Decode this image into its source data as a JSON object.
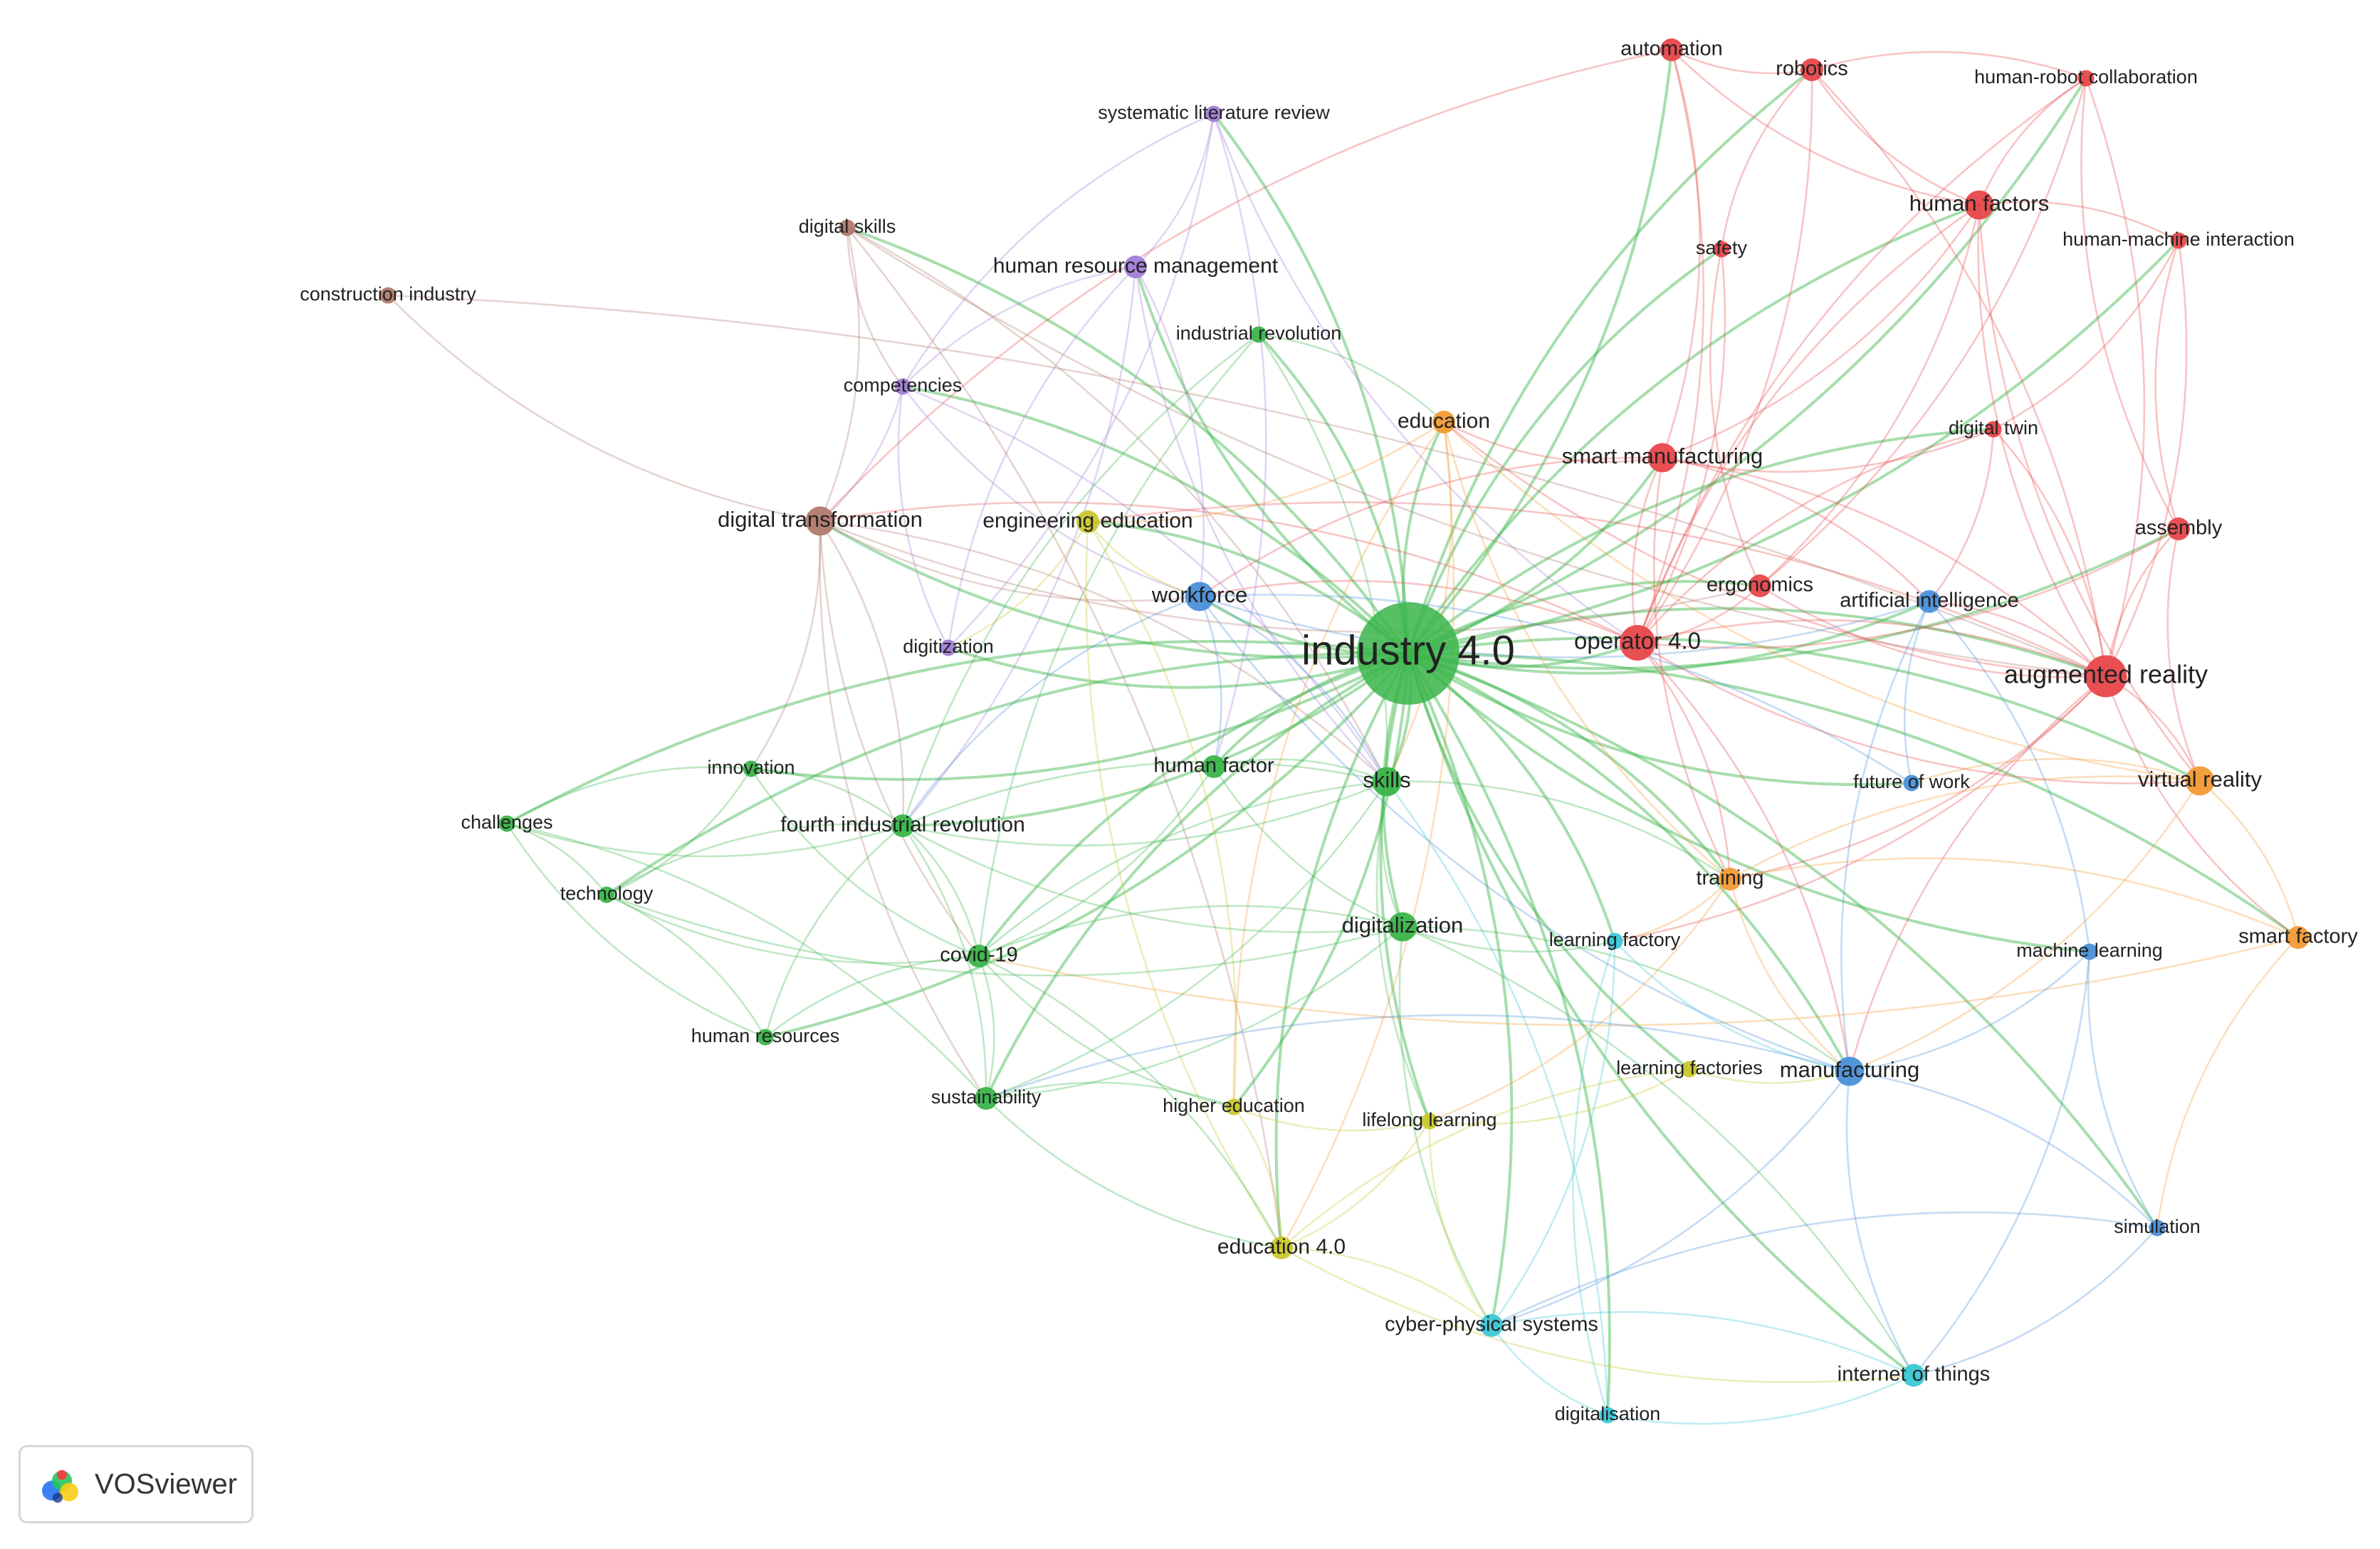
{
  "app": {
    "name": "VOSviewer"
  },
  "clusters": {
    "red": "#e8474a",
    "green": "#3ab54a",
    "blue": "#4a90d9",
    "yellow": "#c9c72c",
    "purple": "#a27ed8",
    "cyan": "#3bc7d6",
    "orange": "#f39a35",
    "brown": "#b07a6e"
  },
  "network": {
    "nodes": [
      {
        "id": "industry40",
        "label": "industry 4.0",
        "cluster": "green",
        "weight": 10
      },
      {
        "id": "automation",
        "label": "automation",
        "cluster": "red",
        "weight": 2
      },
      {
        "id": "robotics",
        "label": "robotics",
        "cluster": "red",
        "weight": 2
      },
      {
        "id": "hrc",
        "label": "human-robot collaboration",
        "cluster": "red",
        "weight": 1
      },
      {
        "id": "humanfactors",
        "label": "human factors",
        "cluster": "red",
        "weight": 3
      },
      {
        "id": "hmi",
        "label": "human-machine interaction",
        "cluster": "red",
        "weight": 1
      },
      {
        "id": "safety",
        "label": "safety",
        "cluster": "red",
        "weight": 1
      },
      {
        "id": "smartmfg",
        "label": "smart manufacturing",
        "cluster": "red",
        "weight": 3
      },
      {
        "id": "digitaltwin",
        "label": "digital twin",
        "cluster": "red",
        "weight": 1
      },
      {
        "id": "assembly",
        "label": "assembly",
        "cluster": "red",
        "weight": 2
      },
      {
        "id": "ergonomics",
        "label": "ergonomics",
        "cluster": "red",
        "weight": 2
      },
      {
        "id": "operator40",
        "label": "operator 4.0",
        "cluster": "red",
        "weight": 4
      },
      {
        "id": "ar",
        "label": "augmented reality",
        "cluster": "red",
        "weight": 5
      },
      {
        "id": "slr",
        "label": "systematic literature review",
        "cluster": "purple",
        "weight": 1
      },
      {
        "id": "hrm",
        "label": "human resource management",
        "cluster": "purple",
        "weight": 2
      },
      {
        "id": "competencies",
        "label": "competencies",
        "cluster": "purple",
        "weight": 1
      },
      {
        "id": "digitization",
        "label": "digitization",
        "cluster": "purple",
        "weight": 1
      },
      {
        "id": "digitalskills",
        "label": "digital skills",
        "cluster": "brown",
        "weight": 1
      },
      {
        "id": "construction",
        "label": "construction industry",
        "cluster": "brown",
        "weight": 1
      },
      {
        "id": "digitaltransformation",
        "label": "digital transformation",
        "cluster": "brown",
        "weight": 3
      },
      {
        "id": "industrialrevolution",
        "label": "industrial revolution",
        "cluster": "green",
        "weight": 1
      },
      {
        "id": "education",
        "label": "education",
        "cluster": "orange",
        "weight": 2
      },
      {
        "id": "engineeringeducation",
        "label": "engineering education",
        "cluster": "yellow",
        "weight": 2
      },
      {
        "id": "workforce",
        "label": "workforce",
        "cluster": "blue",
        "weight": 3
      },
      {
        "id": "ai",
        "label": "artificial intelligence",
        "cluster": "blue",
        "weight": 2
      },
      {
        "id": "innovation",
        "label": "innovation",
        "cluster": "green",
        "weight": 1
      },
      {
        "id": "humanfactor",
        "label": "human factor",
        "cluster": "green",
        "weight": 2
      },
      {
        "id": "skills",
        "label": "skills",
        "cluster": "green",
        "weight": 3
      },
      {
        "id": "futureofwork",
        "label": "future of work",
        "cluster": "blue",
        "weight": 1
      },
      {
        "id": "vr",
        "label": "virtual reality",
        "cluster": "orange",
        "weight": 3
      },
      {
        "id": "challenges",
        "label": "challenges",
        "cluster": "green",
        "weight": 1
      },
      {
        "id": "fir",
        "label": "fourth industrial revolution",
        "cluster": "green",
        "weight": 2
      },
      {
        "id": "technology",
        "label": "technology",
        "cluster": "green",
        "weight": 1
      },
      {
        "id": "training",
        "label": "training",
        "cluster": "orange",
        "weight": 2
      },
      {
        "id": "digitalization",
        "label": "digitalization",
        "cluster": "green",
        "weight": 3
      },
      {
        "id": "learningfactory",
        "label": "learning factory",
        "cluster": "cyan",
        "weight": 1
      },
      {
        "id": "ml",
        "label": "machine learning",
        "cluster": "blue",
        "weight": 1
      },
      {
        "id": "smartfactory",
        "label": "smart factory",
        "cluster": "orange",
        "weight": 2
      },
      {
        "id": "covid",
        "label": "covid-19",
        "cluster": "green",
        "weight": 2
      },
      {
        "id": "humanresources",
        "label": "human resources",
        "cluster": "green",
        "weight": 1
      },
      {
        "id": "learningfactories",
        "label": "learning factories",
        "cluster": "yellow",
        "weight": 1
      },
      {
        "id": "manufacturing",
        "label": "manufacturing",
        "cluster": "blue",
        "weight": 3
      },
      {
        "id": "sustainability",
        "label": "sustainability",
        "cluster": "green",
        "weight": 2
      },
      {
        "id": "highereducation",
        "label": "higher education",
        "cluster": "yellow",
        "weight": 1
      },
      {
        "id": "lifelong",
        "label": "lifelong learning",
        "cluster": "yellow",
        "weight": 1
      },
      {
        "id": "simulation",
        "label": "simulation",
        "cluster": "blue",
        "weight": 1
      },
      {
        "id": "education40",
        "label": "education 4.0",
        "cluster": "yellow",
        "weight": 2
      },
      {
        "id": "cps",
        "label": "cyber-physical systems",
        "cluster": "cyan",
        "weight": 2
      },
      {
        "id": "iot",
        "label": "internet of things",
        "cluster": "cyan",
        "weight": 2
      },
      {
        "id": "digitalisation",
        "label": "digitalisation",
        "cluster": "cyan",
        "weight": 1
      }
    ],
    "links": [
      [
        "industry40",
        "automation"
      ],
      [
        "industry40",
        "robotics"
      ],
      [
        "industry40",
        "hrc"
      ],
      [
        "industry40",
        "humanfactors"
      ],
      [
        "industry40",
        "hmi"
      ],
      [
        "industry40",
        "safety"
      ],
      [
        "industry40",
        "smartmfg"
      ],
      [
        "industry40",
        "digitaltwin"
      ],
      [
        "industry40",
        "assembly"
      ],
      [
        "industry40",
        "ergonomics"
      ],
      [
        "industry40",
        "operator40"
      ],
      [
        "industry40",
        "ar"
      ],
      [
        "industry40",
        "slr"
      ],
      [
        "industry40",
        "hrm"
      ],
      [
        "industry40",
        "competencies"
      ],
      [
        "industry40",
        "digitization"
      ],
      [
        "industry40",
        "digitalskills"
      ],
      [
        "industry40",
        "digitaltransformation"
      ],
      [
        "industry40",
        "industrialrevolution"
      ],
      [
        "industry40",
        "education"
      ],
      [
        "industry40",
        "engineeringeducation"
      ],
      [
        "industry40",
        "workforce"
      ],
      [
        "industry40",
        "ai"
      ],
      [
        "industry40",
        "innovation"
      ],
      [
        "industry40",
        "humanfactor"
      ],
      [
        "industry40",
        "skills"
      ],
      [
        "industry40",
        "futureofwork"
      ],
      [
        "industry40",
        "vr"
      ],
      [
        "industry40",
        "challenges"
      ],
      [
        "industry40",
        "fir"
      ],
      [
        "industry40",
        "technology"
      ],
      [
        "industry40",
        "training"
      ],
      [
        "industry40",
        "digitalization"
      ],
      [
        "industry40",
        "learningfactory"
      ],
      [
        "industry40",
        "ml"
      ],
      [
        "industry40",
        "smartfactory"
      ],
      [
        "industry40",
        "covid"
      ],
      [
        "industry40",
        "humanresources"
      ],
      [
        "industry40",
        "learningfactories"
      ],
      [
        "industry40",
        "manufacturing"
      ],
      [
        "industry40",
        "sustainability"
      ],
      [
        "industry40",
        "highereducation"
      ],
      [
        "industry40",
        "lifelong"
      ],
      [
        "industry40",
        "simulation"
      ],
      [
        "industry40",
        "education40"
      ],
      [
        "industry40",
        "cps"
      ],
      [
        "industry40",
        "iot"
      ],
      [
        "industry40",
        "digitalisation"
      ],
      [
        "automation",
        "robotics"
      ],
      [
        "automation",
        "smartmfg"
      ],
      [
        "automation",
        "humanfactors"
      ],
      [
        "automation",
        "operator40"
      ],
      [
        "automation",
        "digitaltransformation"
      ],
      [
        "robotics",
        "hrc"
      ],
      [
        "robotics",
        "humanfactors"
      ],
      [
        "robotics",
        "ar"
      ],
      [
        "robotics",
        "safety"
      ],
      [
        "robotics",
        "operator40"
      ],
      [
        "hrc",
        "humanfactors"
      ],
      [
        "hrc",
        "ar"
      ],
      [
        "hrc",
        "assembly"
      ],
      [
        "hrc",
        "ergonomics"
      ],
      [
        "hrc",
        "operator40"
      ],
      [
        "humanfactors",
        "hmi"
      ],
      [
        "humanfactors",
        "ar"
      ],
      [
        "humanfactors",
        "ergonomics"
      ],
      [
        "humanfactors",
        "operator40"
      ],
      [
        "humanfactors",
        "smartmfg"
      ],
      [
        "humanfactors",
        "vr"
      ],
      [
        "hmi",
        "ar"
      ],
      [
        "hmi",
        "assembly"
      ],
      [
        "hmi",
        "digitaltwin"
      ],
      [
        "safety",
        "ergonomics"
      ],
      [
        "safety",
        "operator40"
      ],
      [
        "smartmfg",
        "operator40"
      ],
      [
        "smartmfg",
        "ar"
      ],
      [
        "smartmfg",
        "digitaltwin"
      ],
      [
        "smartmfg",
        "ai"
      ],
      [
        "smartmfg",
        "workforce"
      ],
      [
        "smartmfg",
        "education"
      ],
      [
        "smartmfg",
        "training"
      ],
      [
        "digitaltwin",
        "ar"
      ],
      [
        "digitaltwin",
        "operator40"
      ],
      [
        "digitaltwin",
        "ai"
      ],
      [
        "assembly",
        "ar"
      ],
      [
        "assembly",
        "operator40"
      ],
      [
        "assembly",
        "vr"
      ],
      [
        "ergonomics",
        "operator40"
      ],
      [
        "ergonomics",
        "ar"
      ],
      [
        "operator40",
        "ar"
      ],
      [
        "operator40",
        "vr"
      ],
      [
        "operator40",
        "training"
      ],
      [
        "operator40",
        "workforce"
      ],
      [
        "operator40",
        "manufacturing"
      ],
      [
        "operator40",
        "digitaltransformation"
      ],
      [
        "ar",
        "vr"
      ],
      [
        "ar",
        "smartfactory"
      ],
      [
        "ar",
        "training"
      ],
      [
        "ar",
        "manufacturing"
      ],
      [
        "ar",
        "education"
      ],
      [
        "ar",
        "engineeringeducation"
      ],
      [
        "ar",
        "learningfactory"
      ],
      [
        "ar",
        "ai"
      ],
      [
        "vr",
        "smartfactory"
      ],
      [
        "vr",
        "training"
      ],
      [
        "vr",
        "education"
      ],
      [
        "vr",
        "futureofwork"
      ],
      [
        "vr",
        "manufacturing"
      ],
      [
        "smartfactory",
        "training"
      ],
      [
        "smartfactory",
        "covid"
      ],
      [
        "smartfactory",
        "simulation"
      ],
      [
        "slr",
        "hrm"
      ],
      [
        "slr",
        "competencies"
      ],
      [
        "slr",
        "digitization"
      ],
      [
        "slr",
        "operator40"
      ],
      [
        "slr",
        "humanfactor"
      ],
      [
        "hrm",
        "competencies"
      ],
      [
        "hrm",
        "workforce"
      ],
      [
        "hrm",
        "digitization"
      ],
      [
        "hrm",
        "fir"
      ],
      [
        "hrm",
        "skills"
      ],
      [
        "competencies",
        "digitaltransformation"
      ],
      [
        "competencies",
        "digitization"
      ],
      [
        "competencies",
        "skills"
      ],
      [
        "competencies",
        "workforce"
      ],
      [
        "digitalskills",
        "digitaltransformation"
      ],
      [
        "digitalskills",
        "competencies"
      ],
      [
        "digitalskills",
        "skills"
      ],
      [
        "digitalskills",
        "ar"
      ],
      [
        "digitalskills",
        "education40"
      ],
      [
        "construction",
        "digitaltransformation"
      ],
      [
        "construction",
        "ar"
      ],
      [
        "digitaltransformation",
        "workforce"
      ],
      [
        "digitaltransformation",
        "fir"
      ],
      [
        "digitaltransformation",
        "covid"
      ],
      [
        "digitaltransformation",
        "skills"
      ],
      [
        "digitaltransformation",
        "ergonomics"
      ],
      [
        "digitaltransformation",
        "innovation"
      ],
      [
        "digitaltransformation",
        "sustainability"
      ],
      [
        "industrialrevolution",
        "skills"
      ],
      [
        "industrialrevolution",
        "fir"
      ],
      [
        "industrialrevolution",
        "education"
      ],
      [
        "industrialrevolution",
        "covid"
      ],
      [
        "education",
        "skills"
      ],
      [
        "education",
        "training"
      ],
      [
        "education",
        "education40"
      ],
      [
        "education",
        "highereducation"
      ],
      [
        "education",
        "engineeringeducation"
      ],
      [
        "engineeringeducation",
        "education40"
      ],
      [
        "engineeringeducation",
        "highereducation"
      ],
      [
        "engineeringeducation",
        "workforce"
      ],
      [
        "engineeringeducation",
        "digitization"
      ],
      [
        "workforce",
        "ai"
      ],
      [
        "workforce",
        "skills"
      ],
      [
        "workforce",
        "manufacturing"
      ],
      [
        "workforce",
        "futureofwork"
      ],
      [
        "workforce",
        "fir"
      ],
      [
        "workforce",
        "humanfactor"
      ],
      [
        "ai",
        "futureofwork"
      ],
      [
        "ai",
        "ml"
      ],
      [
        "ai",
        "manufacturing"
      ],
      [
        "innovation",
        "fir"
      ],
      [
        "innovation",
        "challenges"
      ],
      [
        "innovation",
        "technology"
      ],
      [
        "innovation",
        "covid"
      ],
      [
        "humanfactor",
        "skills"
      ],
      [
        "humanfactor",
        "digitalization"
      ],
      [
        "humanfactor",
        "covid"
      ],
      [
        "skills",
        "digitalization"
      ],
      [
        "skills",
        "fir"
      ],
      [
        "skills",
        "covid"
      ],
      [
        "skills",
        "sustainability"
      ],
      [
        "skills",
        "lifelong"
      ],
      [
        "skills",
        "training"
      ],
      [
        "challenges",
        "fir"
      ],
      [
        "challenges",
        "technology"
      ],
      [
        "challenges",
        "humanresources"
      ],
      [
        "challenges",
        "sustainability"
      ],
      [
        "fir",
        "technology"
      ],
      [
        "fir",
        "covid"
      ],
      [
        "fir",
        "humanresources"
      ],
      [
        "fir",
        "sustainability"
      ],
      [
        "fir",
        "digitalization"
      ],
      [
        "fir",
        "skills"
      ],
      [
        "technology",
        "covid"
      ],
      [
        "technology",
        "humanresources"
      ],
      [
        "technology",
        "digitalization"
      ],
      [
        "training",
        "learningfactory"
      ],
      [
        "training",
        "manufacturing"
      ],
      [
        "training",
        "lifelong"
      ],
      [
        "digitalization",
        "covid"
      ],
      [
        "digitalization",
        "sustainability"
      ],
      [
        "digitalization",
        "learningfactory"
      ],
      [
        "digitalization",
        "manufacturing"
      ],
      [
        "digitalization",
        "cps"
      ],
      [
        "digitalization",
        "iot"
      ],
      [
        "learningfactory",
        "manufacturing"
      ],
      [
        "learningfactory",
        "cps"
      ],
      [
        "learningfactory",
        "digitalisation"
      ],
      [
        "ml",
        "manufacturing"
      ],
      [
        "ml",
        "simulation"
      ],
      [
        "ml",
        "iot"
      ],
      [
        "covid",
        "humanresources"
      ],
      [
        "covid",
        "sustainability"
      ],
      [
        "covid",
        "highereducation"
      ],
      [
        "covid",
        "education40"
      ],
      [
        "learningfactories",
        "manufacturing"
      ],
      [
        "learningfactories",
        "lifelong"
      ],
      [
        "learningfactories",
        "education40"
      ],
      [
        "manufacturing",
        "simulation"
      ],
      [
        "manufacturing",
        "iot"
      ],
      [
        "manufacturing",
        "cps"
      ],
      [
        "manufacturing",
        "sustainability"
      ],
      [
        "sustainability",
        "highereducation"
      ],
      [
        "sustainability",
        "education40"
      ],
      [
        "highereducation",
        "education40"
      ],
      [
        "highereducation",
        "lifelong"
      ],
      [
        "lifelong",
        "education40"
      ],
      [
        "lifelong",
        "cps"
      ],
      [
        "simulation",
        "iot"
      ],
      [
        "simulation",
        "cps"
      ],
      [
        "education40",
        "cps"
      ],
      [
        "education40",
        "iot"
      ],
      [
        "cps",
        "iot"
      ],
      [
        "cps",
        "digitalisation"
      ],
      [
        "iot",
        "digitalisation"
      ],
      [
        "digitalisation",
        "skills"
      ]
    ]
  }
}
